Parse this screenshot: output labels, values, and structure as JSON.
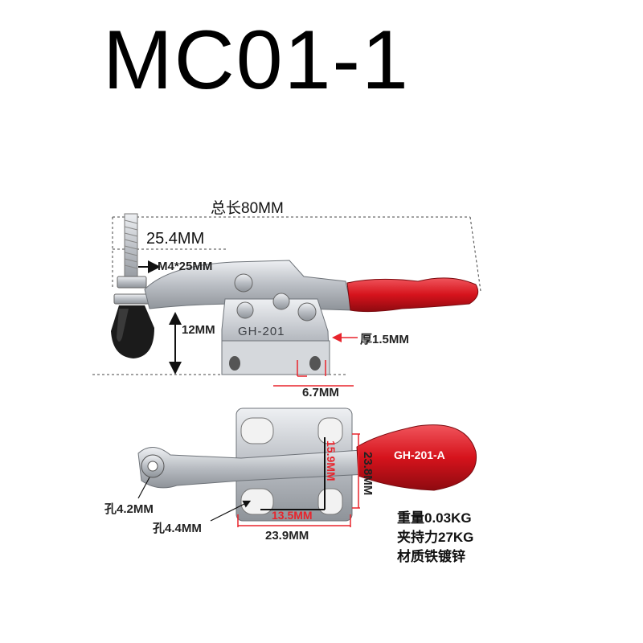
{
  "title": "MC01-1",
  "top_view": {
    "total_length": "总长80MM",
    "bolt_offset": "25.4MM",
    "bolt_size": "M4*25MM",
    "height": "12MM",
    "thickness": "厚1.5MM",
    "slot_width": "6.7MM",
    "model_stamp": "GH-201"
  },
  "bottom_view": {
    "handle_label": "GH-201-A",
    "hole_arm": "孔4.2MM",
    "hole_base": "孔4.4MM",
    "inner_width": "13.5MM",
    "inner_height": "15.9MM",
    "base_width": "23.9MM",
    "base_height": "23.8MM"
  },
  "specs": {
    "weight": "重量0.03KG",
    "holding_force": "夹持力27KG",
    "material": "材质铁镀锌"
  },
  "colors": {
    "handle_red": "#d6131c",
    "metal": "#c9ccd1",
    "dim_red": "#e8242c"
  }
}
